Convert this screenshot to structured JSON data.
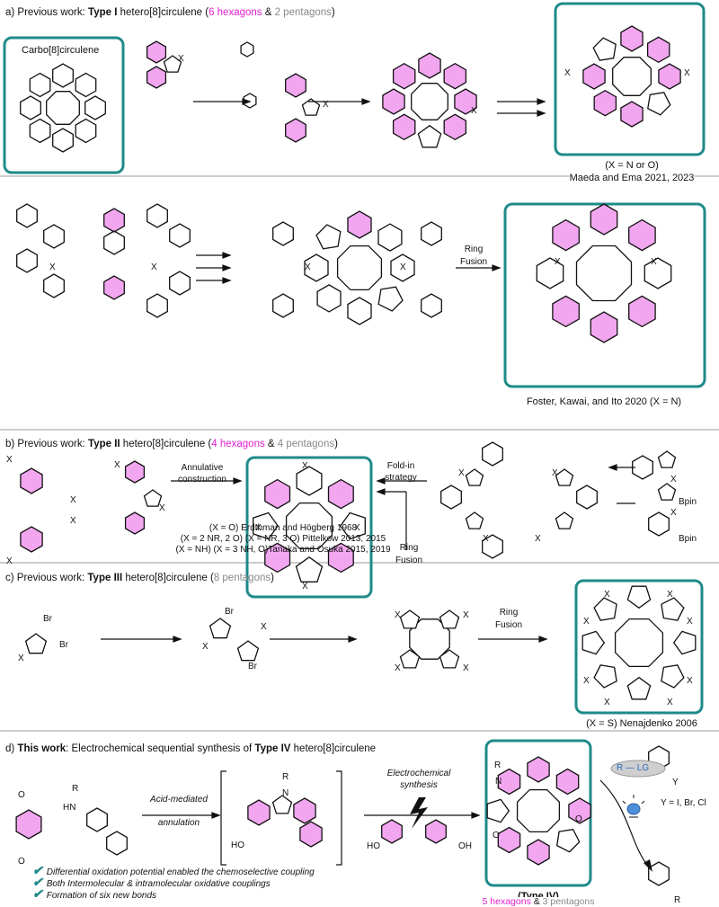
{
  "panels": {
    "a": {
      "prefix": "a) Previous work: ",
      "type_label": "Type I",
      "suffix": " hetero[8]circulene (",
      "hexagons": "6 hexagons",
      "amp": " & ",
      "pentagons": "2 pentagons",
      "close": ")",
      "box_label": "Carbo[8]circulene",
      "note_top": "(X = N or O)",
      "note_bottom": "Maeda and Ema 2021, 2023",
      "ring_fusion_1": "Ring",
      "ring_fusion_2": "Fusion",
      "credit": "Foster, Kawai, and Ito 2020 (X = N)"
    },
    "b": {
      "prefix": "b) Previous work: ",
      "type_label": "Type II",
      "suffix": " hetero[8]circulene (",
      "hexagons": "4 hexagons",
      "amp": " & ",
      "pentagons": "4 pentagons",
      "close": ")",
      "annulative_1": "Annulative",
      "annulative_2": "construction",
      "foldin_1": "Fold-in",
      "foldin_2": "strategy",
      "ref1": "(X = O) Erdthman and Högberg 1968",
      "ref2": "(X = 2 NR, 2 O) (X = NR, 3 O) Pittelkow 2013, 2015",
      "ref3": "(X = NH) (X = 3 NH, O)Tanaka and Osuka 2015, 2019",
      "ring_fusion_1": "Ring",
      "ring_fusion_2": "Fusion",
      "bpin": "Bpin"
    },
    "c": {
      "prefix": "c) Previous work: ",
      "type_label": "Type III",
      "suffix": " hetero[8]circulene (",
      "pentagons": "8 pentagons",
      "close": ")",
      "br": "Br",
      "ring_fusion_1": "Ring",
      "ring_fusion_2": "Fusion",
      "credit": "(X = S) Nenajdenko 2006"
    },
    "d": {
      "prefix": "d) ",
      "this_work": "This work",
      "suffix_a": ": Electrochemical sequential synthesis of ",
      "type_label": "Type IV",
      "suffix_b": " hetero[8]circulene",
      "acid_1": "Acid-mediated",
      "acid_2": "annulation",
      "electro_1": "Electrochemical",
      "electro_2": "synthesis",
      "ho": "HO",
      "oh": "OH",
      "product_label": "(Type IV)",
      "hexagons": "5 hexagons",
      "amp": " & ",
      "pentagons": "3 pentagons",
      "rlg": "R — LG",
      "y_label": "Y",
      "y_values": "Y = I, Br, Cl",
      "r": "R",
      "hn": "HN",
      "n": "N",
      "o": "O",
      "bullets": [
        "Differential oxidation potential enabled the chemoselective coupling",
        "Both Intermolecular & intramolecular oxidative couplings",
        "Formation of six new bonds"
      ]
    },
    "x": "X"
  },
  "colors": {
    "accent_teal": "#1f8a8a",
    "ring_pink": "#f2a6f0",
    "magenta_text": "#e020d0",
    "gray_text": "#888888"
  }
}
